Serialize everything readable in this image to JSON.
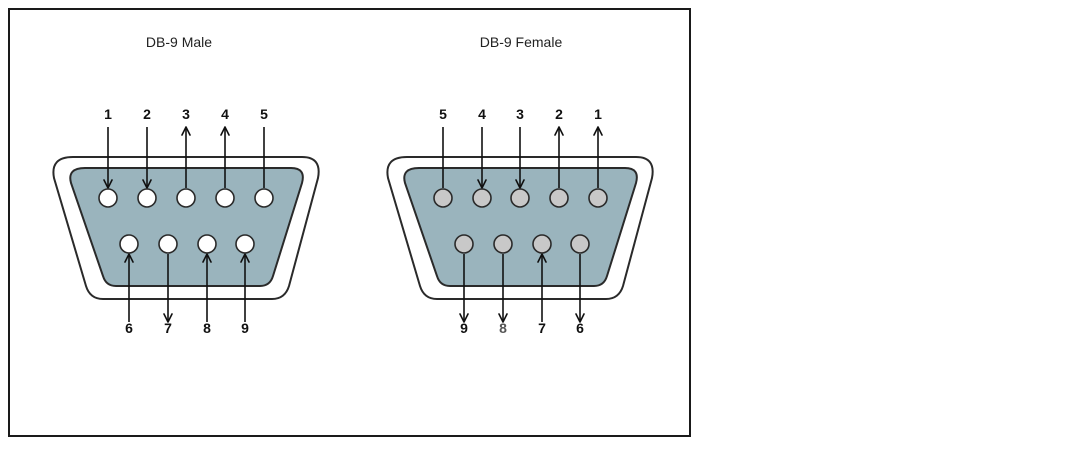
{
  "connectors": [
    {
      "title": "DB-9 Male",
      "pin_fill": "#ffffff",
      "top_row": [
        {
          "label": "1",
          "direction": "in"
        },
        {
          "label": "2",
          "direction": "in"
        },
        {
          "label": "3",
          "direction": "out"
        },
        {
          "label": "4",
          "direction": "out"
        },
        {
          "label": "5",
          "direction": "none"
        }
      ],
      "bottom_row": [
        {
          "label": "6",
          "direction": "in"
        },
        {
          "label": "7",
          "direction": "out"
        },
        {
          "label": "8",
          "direction": "in"
        },
        {
          "label": "9",
          "direction": "in"
        }
      ]
    },
    {
      "title": "DB-9 Female",
      "pin_fill": "#c8c8c8",
      "top_row": [
        {
          "label": "5",
          "direction": "none"
        },
        {
          "label": "4",
          "direction": "in"
        },
        {
          "label": "3",
          "direction": "in"
        },
        {
          "label": "2",
          "direction": "out"
        },
        {
          "label": "1",
          "direction": "out"
        }
      ],
      "bottom_row": [
        {
          "label": "9",
          "direction": "out"
        },
        {
          "label": "8",
          "direction": "out",
          "muted": true
        },
        {
          "label": "7",
          "direction": "in"
        },
        {
          "label": "6",
          "direction": "out"
        }
      ]
    }
  ],
  "colors": {
    "shell_face": "#9ab4bd",
    "outline": "#2a2a2a",
    "arrow": "#111111"
  }
}
